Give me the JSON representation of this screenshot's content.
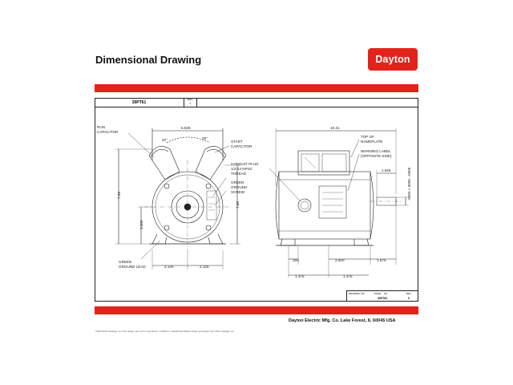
{
  "header": {
    "title": "Dimensional Drawing",
    "logo_text": "Dayton"
  },
  "title_block": {
    "model": "30PT61",
    "rev_label": "REV.",
    "rev_value": "2"
  },
  "bottom_block": {
    "drawing_no_label": "DRAWING NO.",
    "page_label": "PAGE",
    "of_label": "OF",
    "drawing_no_value": "30PT61",
    "rev_label": "REV.",
    "rev_value": "0"
  },
  "footer": {
    "company": "Dayton Electric Mfg. Co.  Lake Forest, IL  60045  USA",
    "copyright": "©2016 W.W. Grainger, Inc.  This design may not be reproduced, modified or redistributed without written permission from W.W. Grainger, Inc."
  },
  "labels": {
    "run_capacitor": "RUN",
    "run_capacitor_2": "CAPACITOR",
    "start_capacitor": "START",
    "start_capacitor_2": "CAPACITOR",
    "green_ground_lead": "GREEN",
    "green_ground_lead_2": "GROUND LEAD",
    "conduit_plug": "CONDUIT PLUG",
    "conduit_plug_2": "1/2-14 NPSC",
    "conduit_plug_3": "THREAD",
    "green_ground_screw": "GREEN",
    "green_ground_screw_2": "GROUND",
    "green_ground_screw_3": "SCREW",
    "top_of_nameplate": "TOP OF",
    "top_of_nameplate_2": "NAMEPLATE",
    "warning_label": "WARNING LABEL",
    "warning_label_2": "(OPPOSITE SIDE)"
  },
  "dimensions": {
    "d_5625": "5.625",
    "d_40deg": "40°",
    "d_29deg": "29°",
    "d_709": "7.09",
    "d_786": "7.86",
    "d_3500": "3.500",
    "d_2125a": "2.125",
    "d_2125b": "2.125",
    "d_1031": "10.31",
    "d_1625": "1.625",
    "d_shaft": ".5000 +.0000 -.0005",
    "d_344": ".344",
    "d_2500": "2.500",
    "d_1675": "1.675",
    "d_1375a": "1.375",
    "d_1375b": "1.375"
  }
}
